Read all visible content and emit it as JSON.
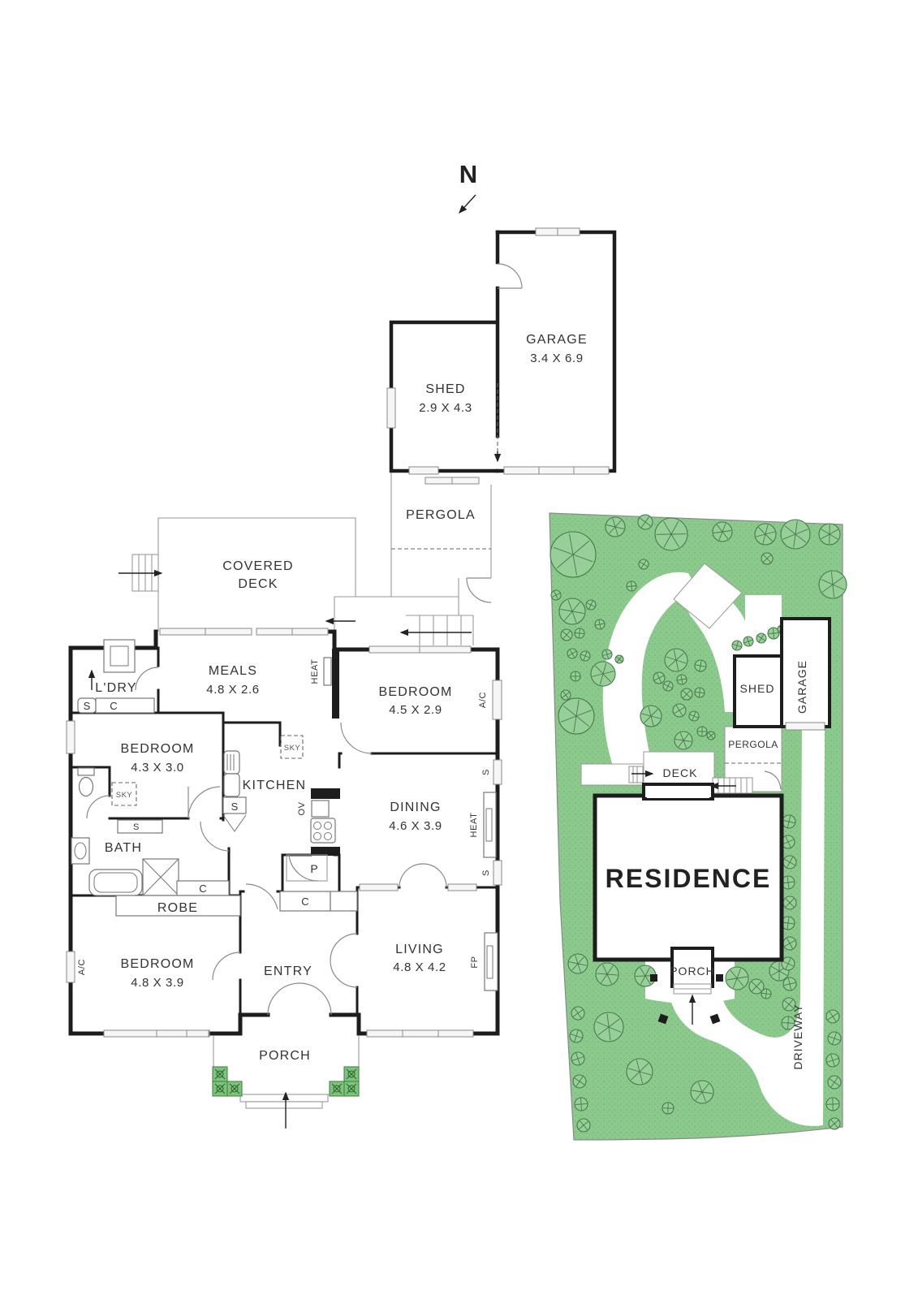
{
  "north_label": "N",
  "floorplan": {
    "rooms": {
      "garage": {
        "label": "GARAGE",
        "dims": "3.4 X 6.9"
      },
      "shed": {
        "label": "SHED",
        "dims": "2.9 X 4.3"
      },
      "pergola": {
        "label": "PERGOLA"
      },
      "covered_deck": {
        "line1": "COVERED",
        "line2": "DECK"
      },
      "meals": {
        "label": "MEALS",
        "dims": "4.8 X 2.6"
      },
      "laundry": {
        "label": "L'DRY"
      },
      "bedroom_rear": {
        "label": "BEDROOM",
        "dims": "4.5 X 2.9"
      },
      "bedroom_middle": {
        "label": "BEDROOM",
        "dims": "4.3 X 3.0"
      },
      "kitchen": {
        "label": "KITCHEN"
      },
      "dining": {
        "label": "DINING",
        "dims": "4.6 X 3.9"
      },
      "bath": {
        "label": "BATH"
      },
      "robe": {
        "label": "ROBE"
      },
      "bedroom_front": {
        "label": "BEDROOM",
        "dims": "4.8 X 3.9"
      },
      "entry": {
        "label": "ENTRY"
      },
      "living": {
        "label": "LIVING",
        "dims": "4.8 X 4.2"
      },
      "porch": {
        "label": "PORCH"
      }
    },
    "fixtures": {
      "heater": "HEAT",
      "air_conditioner": "A/C",
      "skylight": "SKY",
      "shelf": "S",
      "cupboard": "C",
      "pantry": "P",
      "oven": "OV",
      "fireplace": "FP"
    }
  },
  "siteplan": {
    "labels": {
      "shed": "SHED",
      "garage": "GARAGE",
      "pergola": "PERGOLA",
      "deck": "DECK",
      "residence": "RESIDENCE",
      "porch": "PORCH",
      "driveway": "DRIVEWAY"
    }
  },
  "colors": {
    "wall": "#1d1d1d",
    "thin_line": "#8a8a8a",
    "site_green": "#8cc98c",
    "site_green_dot": "#79ba79",
    "tree_outline": "#447a4a",
    "planter": "#7cc47c",
    "text": "#333333"
  }
}
